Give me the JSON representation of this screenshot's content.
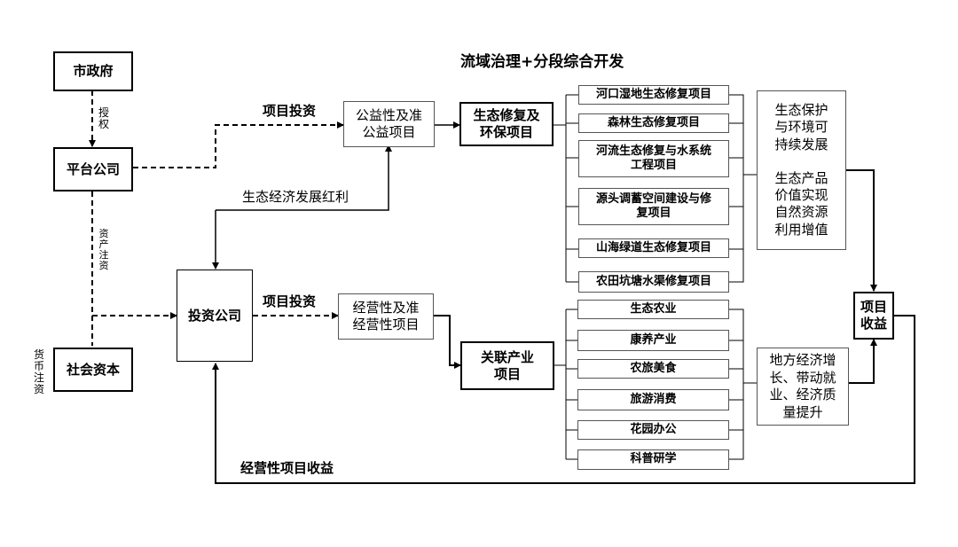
{
  "title": "流域治理+分段综合开发",
  "nodes": {
    "municipal": "市政府",
    "platform": "平台公司",
    "social_capital": "社会资本",
    "investment": "投资公司",
    "public_benefit": "公益性及准\n公益项目",
    "commercial": "经营性及准\n经营性项目",
    "eco_restoration": "生态修复及\n环保项目",
    "related_industry": "关联产业\n项目",
    "project_income": "项目\n收益",
    "eco_benefits": "生态保护\n与环境可\n持续发展\n\n生态产品\n价值实现\n自然资源\n利用增值",
    "econ_benefits": "地方经济增\n长、带动就\n业、经济质\n量提升"
  },
  "eco_items": [
    "河口湿地生态修复项目",
    "森林生态修复项目",
    "河流生态修复与水系统\n工程项目",
    "源头调蓄空间建设与修\n复项目",
    "山海绿道生态修复项目",
    "农田坑塘水渠修复项目"
  ],
  "industry_items": [
    "生态农业",
    "康养产业",
    "农旅美食",
    "旅游消费",
    "花园办公",
    "科普研学"
  ],
  "labels": {
    "authorize": "授\n权",
    "asset_injection": "资\n产\n注\n资",
    "currency_injection": "货\n币\n注\n资",
    "project_investment_top": "项目投资",
    "project_investment_mid": "项目投资",
    "eco_dividend": "生态经济发展红利",
    "commercial_income": "经营性项目收益"
  }
}
